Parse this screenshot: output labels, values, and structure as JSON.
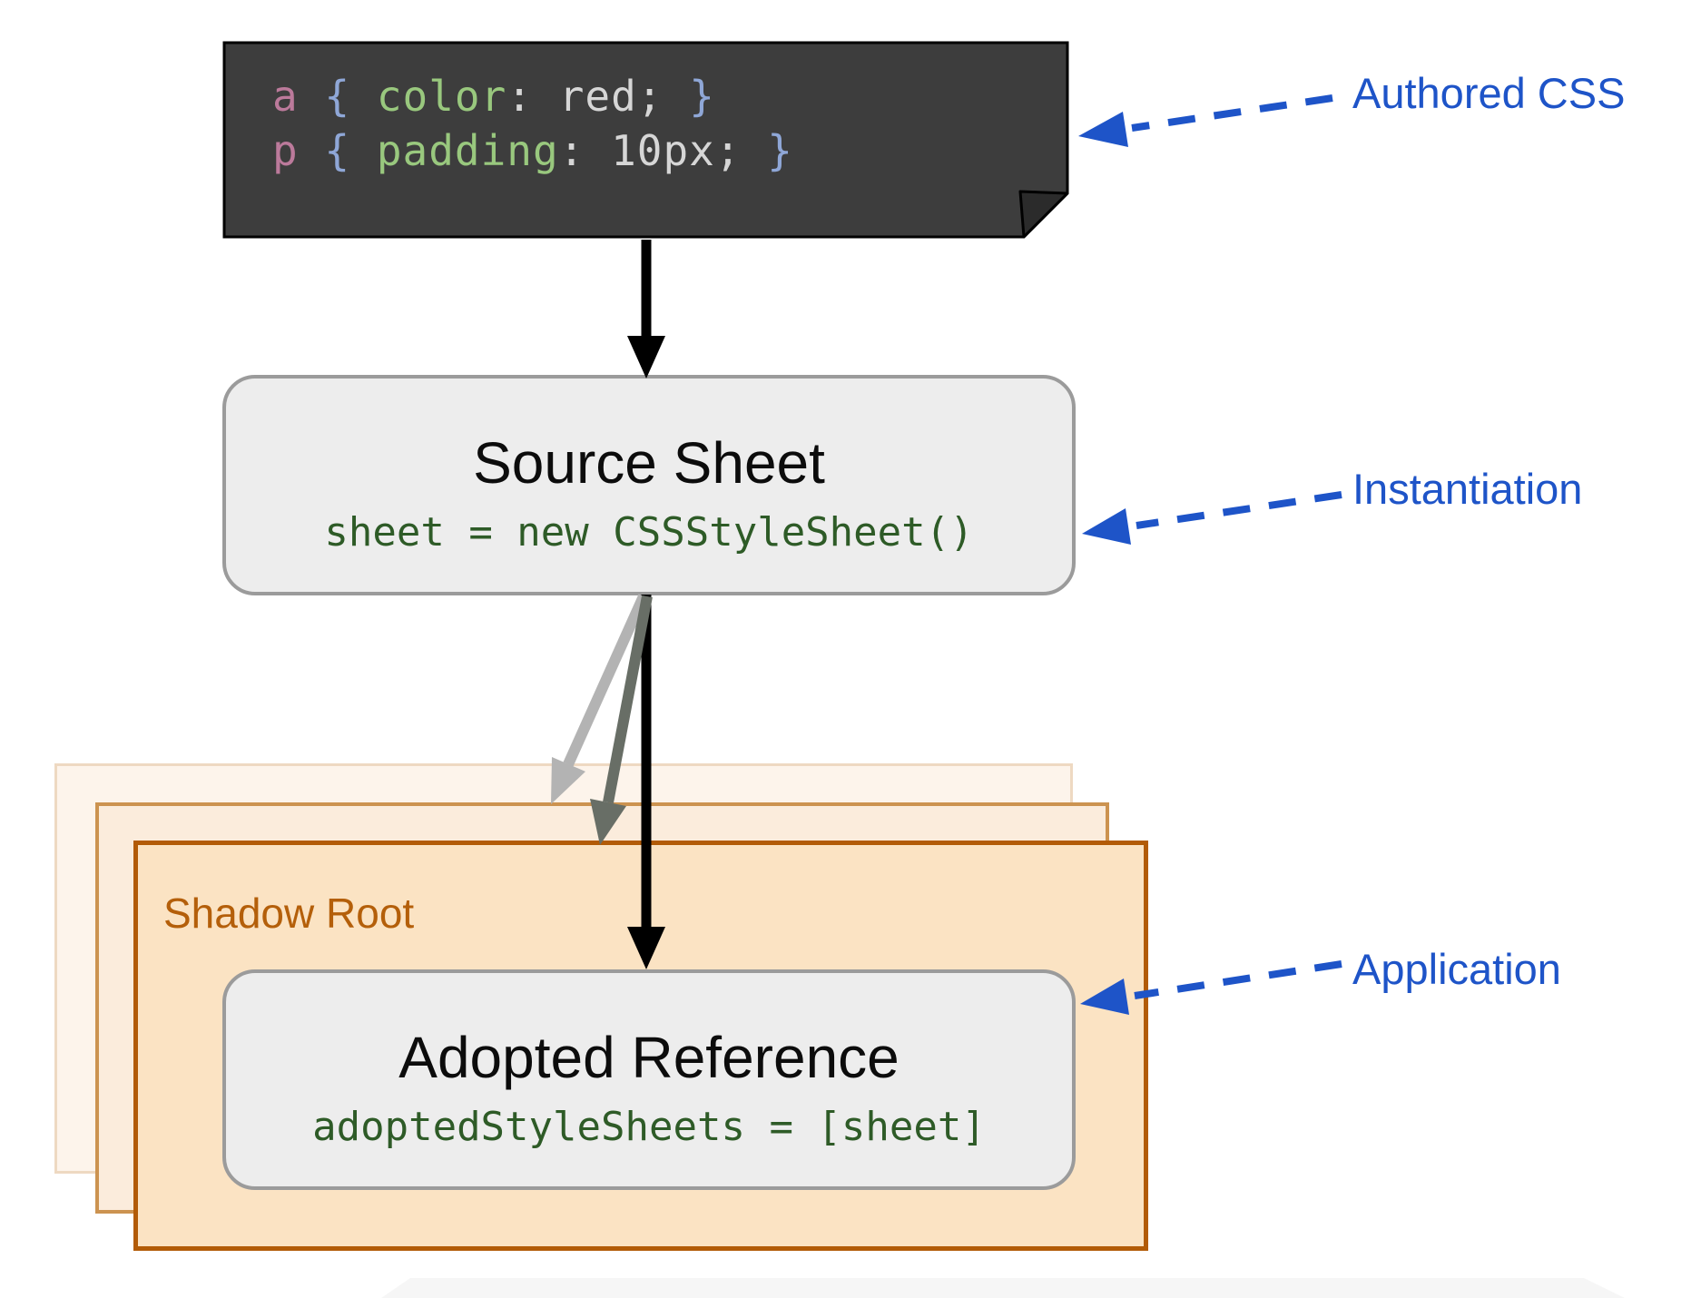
{
  "labels": {
    "authored": "Authored CSS",
    "instantiation": "Instantiation",
    "application": "Application",
    "shadow_root": "Shadow Root"
  },
  "authored_code": {
    "lines": [
      [
        {
          "text": "a",
          "type": "selector"
        },
        {
          "text": " ",
          "type": "plain"
        },
        {
          "text": "{",
          "type": "brace"
        },
        {
          "text": " ",
          "type": "plain"
        },
        {
          "text": "color",
          "type": "property"
        },
        {
          "text": ":",
          "type": "punct"
        },
        {
          "text": " ",
          "type": "plain"
        },
        {
          "text": "red;",
          "type": "punct"
        },
        {
          "text": " ",
          "type": "plain"
        },
        {
          "text": "}",
          "type": "brace"
        }
      ],
      [
        {
          "text": "p",
          "type": "selector"
        },
        {
          "text": " ",
          "type": "plain"
        },
        {
          "text": "{",
          "type": "brace"
        },
        {
          "text": " ",
          "type": "plain"
        },
        {
          "text": "padding",
          "type": "property"
        },
        {
          "text": ":",
          "type": "punct"
        },
        {
          "text": " ",
          "type": "plain"
        },
        {
          "text": "10px;",
          "type": "punct"
        },
        {
          "text": " ",
          "type": "plain"
        },
        {
          "text": "}",
          "type": "brace"
        }
      ]
    ]
  },
  "source_sheet": {
    "title": "Source Sheet",
    "code": "sheet = new CSSStyleSheet()"
  },
  "adopted_reference": {
    "title": "Adopted Reference",
    "code": "adoptedStyleSheets = [sheet]"
  },
  "colors": {
    "accent_blue": "#1e54c8",
    "code_bg": "#3d3d3d",
    "code_fold": "#2b2b2b",
    "tok_selector": "#bc7a9b",
    "tok_brace": "#8fa7d7",
    "tok_property": "#99c87e",
    "tok_punct": "#d6d6d6",
    "box_gray_fill": "#ededed",
    "box_gray_border": "#9b9b9b",
    "code_green": "#2e5b27",
    "front_fill": "#fbe3c3",
    "front_border": "#b25b07",
    "mid_fill": "#fbecdc",
    "mid_border": "#cc9350",
    "back_fill": "#fdf4eb",
    "back_border": "#eed9c2",
    "shadow_label": "#b45f0a",
    "arrow_black": "#000000",
    "arrow_gray_light": "#b3b3b3",
    "arrow_gray_dark": "#686e66",
    "bottom_strip": "#f4f4f4"
  }
}
